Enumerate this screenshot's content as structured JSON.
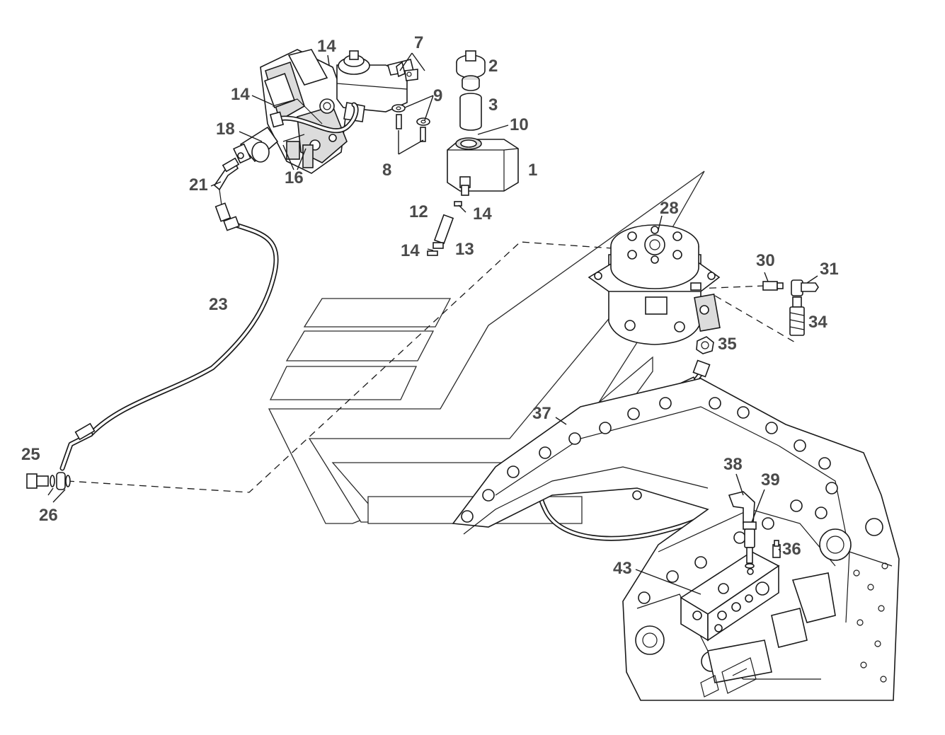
{
  "labels": {
    "l1": "1",
    "l2": "2",
    "l3": "3",
    "l7": "7",
    "l8": "8",
    "l9": "9",
    "l10": "10",
    "l12": "12",
    "l13": "13",
    "l14": "14",
    "l16": "16",
    "l18": "18",
    "l21": "21",
    "l23": "23",
    "l25": "25",
    "l26": "26",
    "l28": "28",
    "l30": "30",
    "l31": "31",
    "l34": "34",
    "l35": "35",
    "l36": "36",
    "l37": "37",
    "l38": "38",
    "l39": "39",
    "l43": "43"
  },
  "colors": {
    "line": "#1a1a1a",
    "label": "#4a4a4a",
    "background": "#ffffff"
  }
}
